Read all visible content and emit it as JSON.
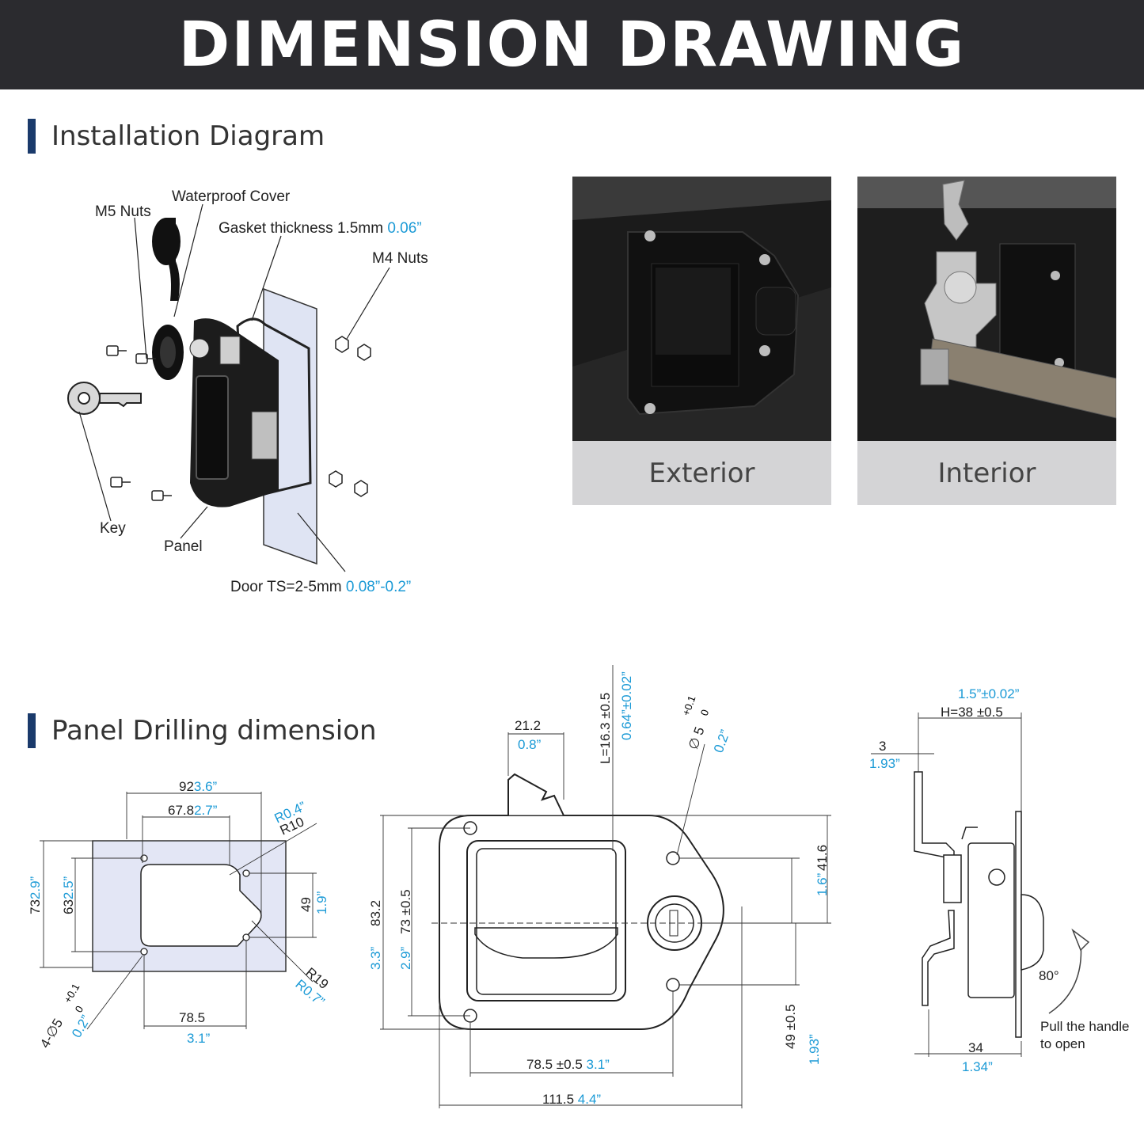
{
  "banner": {
    "title": "DIMENSION DRAWING"
  },
  "installation": {
    "heading": "Installation Diagram",
    "labels": {
      "waterproof_cover": "Waterproof Cover",
      "m5_nuts": "M5 Nuts",
      "gasket": "Gasket thickness 1.5mm",
      "gasket_in": "0.06”",
      "m4_nuts": "M4 Nuts",
      "key": "Key",
      "panel": "Panel",
      "door": "Door TS=2-5mm",
      "door_in": "0.08”-0.2”"
    }
  },
  "photos": [
    {
      "caption": "Exterior"
    },
    {
      "caption": "Interior"
    }
  ],
  "drilling": {
    "heading": "Panel Drilling dimension",
    "plate": {
      "w_mm": "92",
      "w_in": "3.6”",
      "cut_mm": "67.8",
      "cut_in": "2.7”",
      "r04": "R0.4”",
      "r10": "R10",
      "h_outer": "73",
      "h_outer_in": "2.9”",
      "h_inner": "63",
      "h_inner_in": "2.5”",
      "h49": "49",
      "h49_in": "1.9”",
      "r19": "R19",
      "r07": "R0.7”",
      "hole_prefix": "4-∅",
      "hole_d": "5",
      "hole_tol_up": "+0.1",
      "hole_tol_dn": "0",
      "hole_in": "0.2”",
      "pitch": "78.5",
      "pitch_in": "3.1”"
    },
    "front": {
      "d212": "21.2",
      "d212_in": "0.8”",
      "l": "L=16.3 ±0.5",
      "l_in": "0.64”±0.02”",
      "hole_d": "∅ 5",
      "hole_tol_up": "+0.1",
      "hole_tol_dn": "0",
      "hole_in": "0.2”",
      "h832": "83.2",
      "h832_in": "3.3”",
      "h73": "73 ±0.5",
      "h73_in": "2.9”",
      "d416": "41.6",
      "d416_in": "1.6”",
      "d49": "49 ±0.5",
      "d49_in": "1.93”",
      "w785": "78.5 ±0.5",
      "w785_in": "3.1”",
      "w1115": "111.5",
      "w1115_in": "4.4”"
    },
    "side": {
      "h38_in": "1.5”±0.02”",
      "h38": "H=38 ±0.5",
      "t3": "3",
      "t3_in": "1.93”",
      "angle": "80°",
      "note1": "Pull the handle",
      "note2": "to open",
      "d34": "34",
      "d34_in": "1.34”"
    }
  },
  "colors": {
    "banner": "#2b2b2f",
    "accent_bar": "#1a3a6b",
    "inch_blue": "#1b9ad6",
    "caption_bg": "#d4d4d6"
  }
}
